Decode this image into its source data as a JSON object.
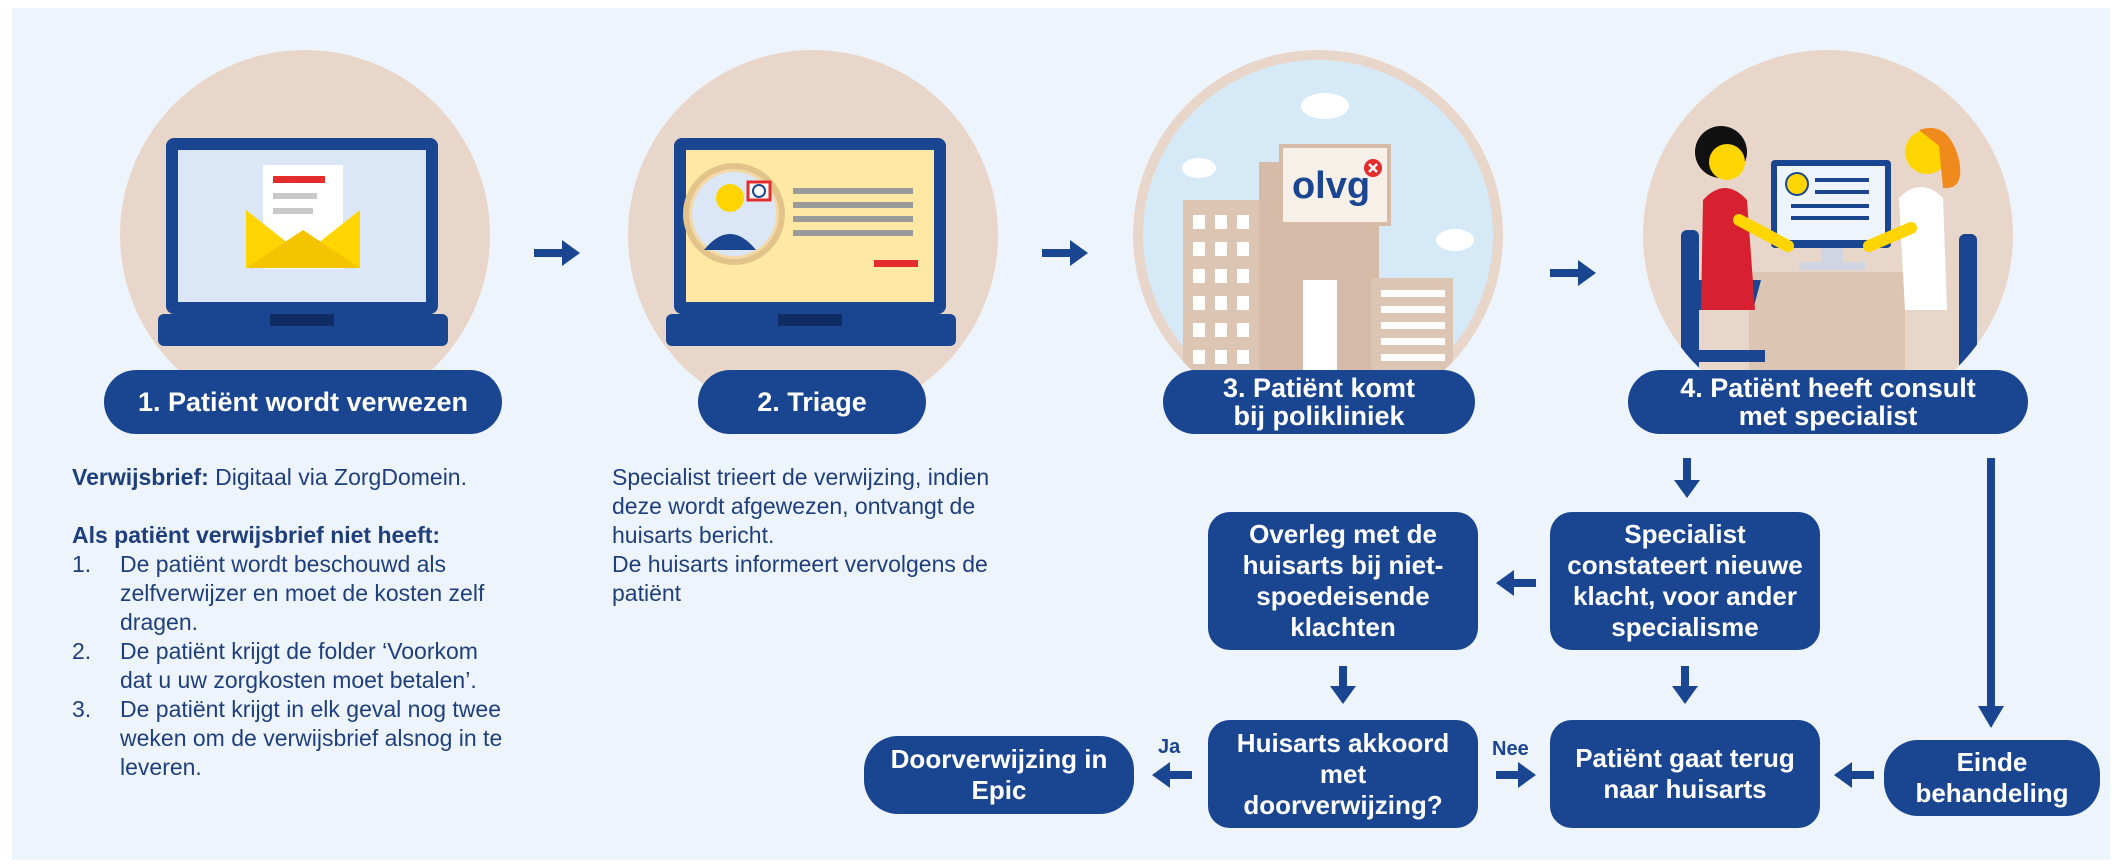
{
  "colors": {
    "navy": "#1a4590",
    "circle": "#e9d6ca",
    "background": "#eef4fc",
    "text": "#1f3f7c",
    "red": "#e52c2c",
    "yellow": "#ffd500"
  },
  "steps": [
    {
      "label": "1. Patiënt wordt verwezen"
    },
    {
      "label": "2. Triage"
    },
    {
      "label": "3. Patiënt komt bij polikliniek"
    },
    {
      "label": "4. Patiënt heeft consult met specialist"
    }
  ],
  "step1": {
    "verwijsbrief_label": "Verwijsbrief:",
    "verwijsbrief_value": " Digitaal via ZorgDomein.",
    "heading": "Als patiënt verwijsbrief niet heeft:",
    "items": [
      {
        "num": "1.",
        "text": "De patiënt wordt beschouwd als zelfverwijzer en moet de kosten zelf dragen."
      },
      {
        "num": "2.",
        "text": "De patiënt krijgt de folder ‘Voorkom dat u uw zorgkosten moet betalen’."
      },
      {
        "num": "3.",
        "text": "De patiënt krijgt in elk geval nog twee weken om de verwijsbrief alsnog in te leveren."
      }
    ]
  },
  "step2": {
    "paragraph1": "Specialist trieert de verwijzing, indien deze wordt afgewezen, ontvangt de huisarts bericht.",
    "paragraph2": "De huisarts informeert vervolgens de patiënt"
  },
  "logo": "olvg",
  "flow": {
    "overleg": "Overleg met de huisarts bij niet-spoedeisende klachten",
    "specialist": "Specialist constateert nieuwe klacht, voor ander specialisme",
    "akkoord": "Huisarts akkoord met doorverwijzing?",
    "terug": "Patiënt gaat terug naar huisarts",
    "doorverwijzing": "Doorverwijzing in Epic",
    "einde": "Einde behandeling",
    "ja": "Ja",
    "nee": "Nee"
  },
  "icons": [
    "laptop-envelope-icon",
    "laptop-triage-icon",
    "hospital-building-icon",
    "consult-icon"
  ]
}
